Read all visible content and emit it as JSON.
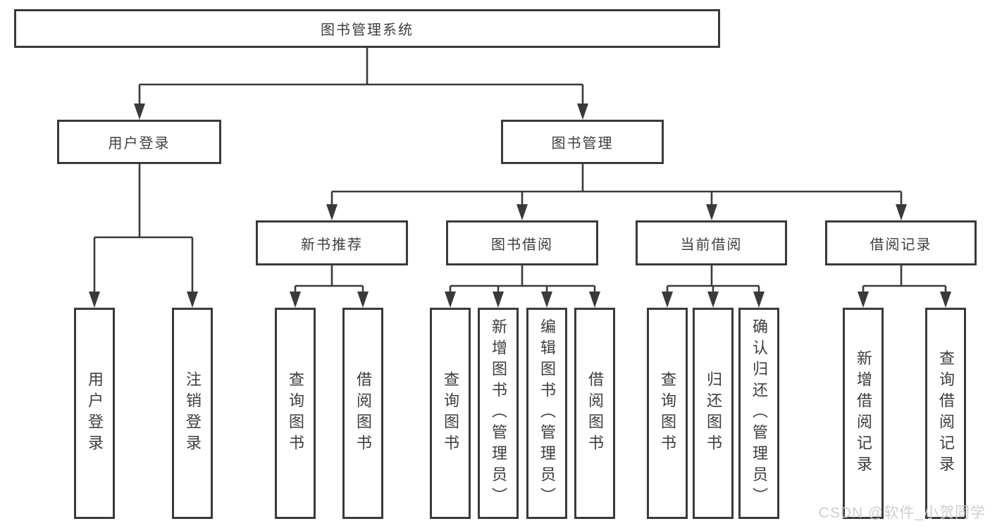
{
  "diagram": {
    "root": {
      "label": "图书管理系统"
    },
    "level2": [
      {
        "label": "用户登录",
        "children": [
          {
            "label": "用户登录"
          },
          {
            "label": "注销登录"
          }
        ]
      },
      {
        "label": "图书管理",
        "children": [
          {
            "label": "新书推荐",
            "children": [
              {
                "label": "查询图书"
              },
              {
                "label": "借阅图书"
              }
            ]
          },
          {
            "label": "图书借阅",
            "children": [
              {
                "label": "查询图书"
              },
              {
                "label": "新增图书（管理员）"
              },
              {
                "label": "编辑图书（管理员）"
              },
              {
                "label": "借阅图书"
              }
            ]
          },
          {
            "label": "当前借阅",
            "children": [
              {
                "label": "查询图书"
              },
              {
                "label": "归还图书"
              },
              {
                "label": "确认归还（管理员）"
              }
            ]
          },
          {
            "label": "借阅记录",
            "children": [
              {
                "label": "新增借阅记录"
              },
              {
                "label": "查询借阅记录"
              }
            ]
          }
        ]
      }
    ]
  },
  "watermark": {
    "text": "CSDN @软件_小贺同学"
  },
  "colors": {
    "line": "#3a3a3a",
    "text": "#3d3d3d",
    "watermark": "#cbcbcb",
    "background": "#ffffff"
  }
}
